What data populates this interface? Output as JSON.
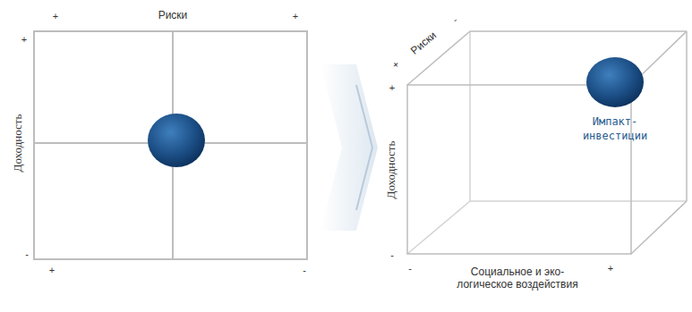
{
  "diagram": {
    "nodes": [
      {
        "text": [
          "Импакт- инвестиции"
        ]
      }
    ],
    "labels": [
      "+",
      "Риски",
      "+",
      "+",
      "Доходность",
      "-",
      "+",
      "-",
      "+",
      "Риски",
      "-",
      "+",
      "Доходность",
      "-",
      "-",
      "Социальное и эко- логическое воздействия",
      "+"
    ]
  }
}
